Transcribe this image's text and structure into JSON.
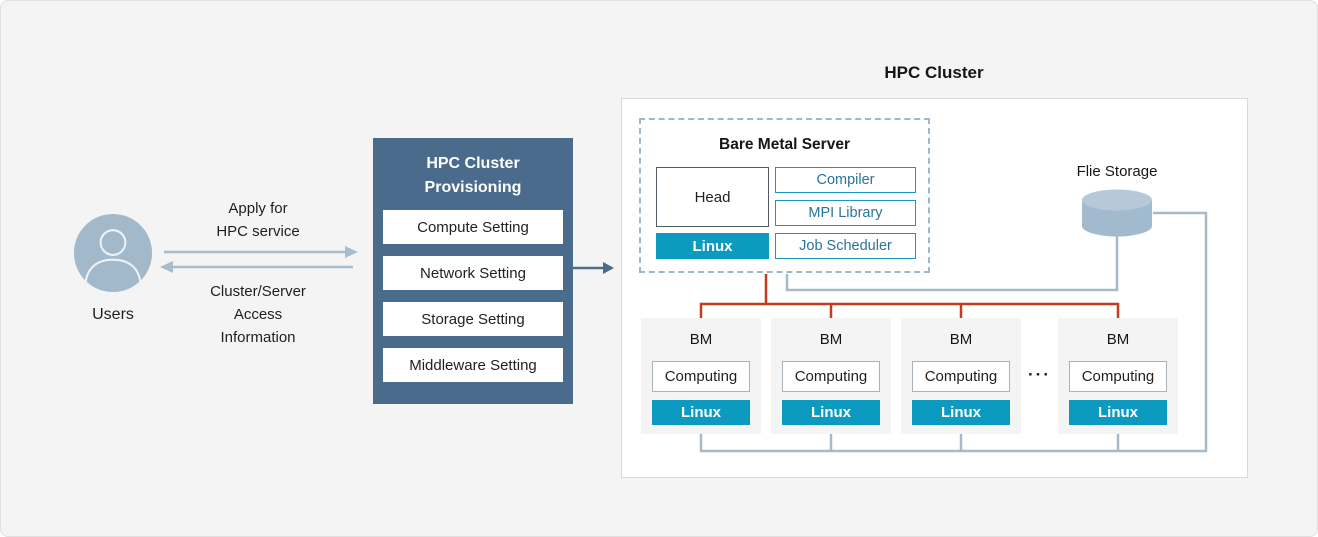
{
  "users": {
    "label": "Users",
    "apply_line1": "Apply for",
    "apply_line2": "HPC service",
    "access_line1": "Cluster/Server",
    "access_line2": "Access",
    "access_line3": "Information"
  },
  "provisioning": {
    "title_line1": "HPC Cluster",
    "title_line2": "Provisioning",
    "settings": [
      "Compute Setting",
      "Network Setting",
      "Storage Setting",
      "Middleware Setting"
    ]
  },
  "cluster": {
    "title": "HPC Cluster",
    "bare_metal": {
      "title": "Bare Metal Server",
      "head": "Head",
      "os": "Linux",
      "components": [
        "Compiler",
        "MPI Library",
        "Job Scheduler"
      ]
    },
    "storage_label": "Flie Storage",
    "ellipsis": "···",
    "nodes": [
      {
        "name": "BM",
        "role": "Computing",
        "os": "Linux"
      },
      {
        "name": "BM",
        "role": "Computing",
        "os": "Linux"
      },
      {
        "name": "BM",
        "role": "Computing",
        "os": "Linux"
      },
      {
        "name": "BM",
        "role": "Computing",
        "os": "Linux"
      }
    ]
  },
  "colors": {
    "teal": "#0d9ac1",
    "slate_blue": "#4a6b8c",
    "red_connector": "#c23c1e",
    "gray_connector": "#a6bac9",
    "avatar_fill": "#a2b9cc"
  }
}
